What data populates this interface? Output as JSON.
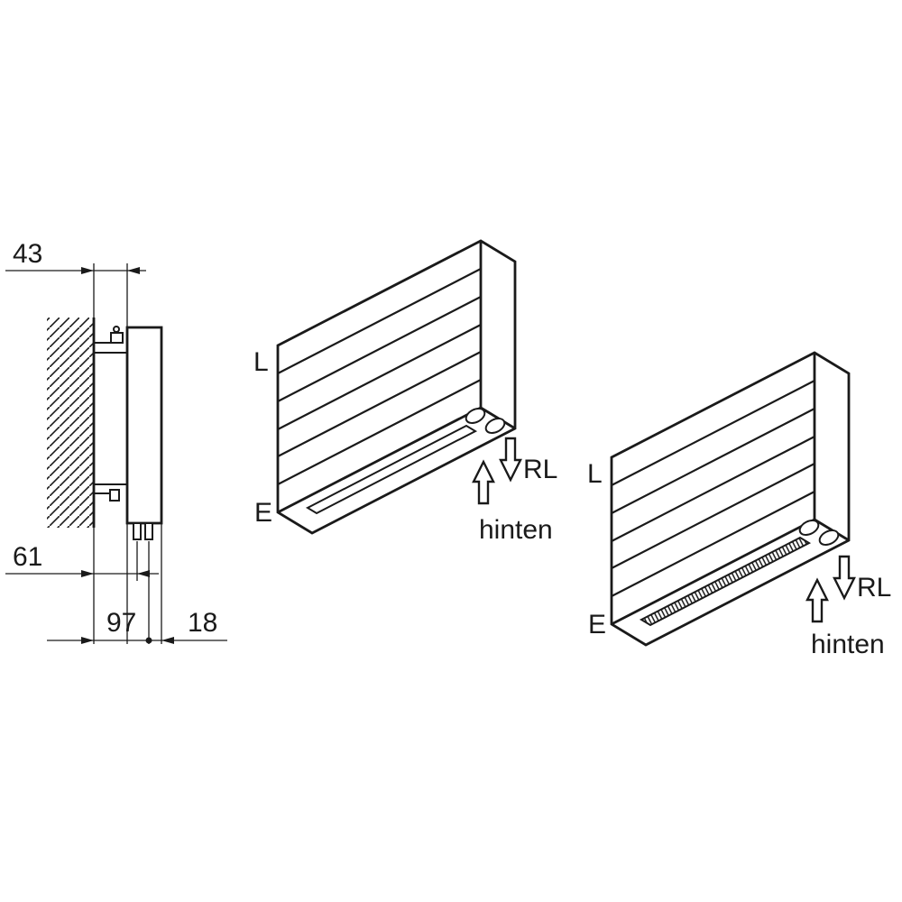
{
  "colors": {
    "line": "#1a1a1a",
    "background": "#ffffff"
  },
  "side_view": {
    "dim_top": "43",
    "dim_mid": "61",
    "dim_pipe": "97",
    "dim_front": "18"
  },
  "radiator_plain_bottom": {
    "label_l": "L",
    "label_e": "E",
    "label_rl": "RL",
    "label_hinten": "hinten"
  },
  "radiator_grille_bottom": {
    "label_l": "L",
    "label_e": "E",
    "label_rl": "RL",
    "label_hinten": "hinten"
  }
}
